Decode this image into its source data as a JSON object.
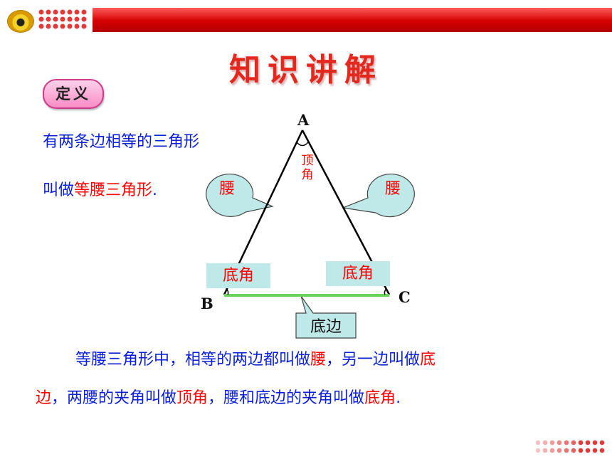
{
  "header": {
    "title": "知识讲解"
  },
  "definition": {
    "badge": "定义",
    "line1": "有两条边相等的三角形",
    "line2_prefix": "叫做",
    "line2_term": "等腰三角形",
    "line2_suffix": "."
  },
  "figure": {
    "vertex_a": "A",
    "vertex_b": "B",
    "vertex_c": "C",
    "apex_angle": "顶角",
    "leg_left": "腰",
    "leg_right": "腰",
    "base_angle_left": "底角",
    "base_angle_right": "底角",
    "base": "底边"
  },
  "paragraph": {
    "p1": "等腰三角形中，相等的两边都叫做",
    "term1": "腰",
    "p2": "，另一边叫做",
    "term2a": "底",
    "term2b": "边",
    "p3": "，两腰的夹角叫做",
    "term3": "顶角",
    "p4": "，腰和底边的夹角叫做",
    "term4": "底角",
    "p5": "."
  },
  "colors": {
    "title_red": "#e5281e",
    "text_blue": "#0a1ed8",
    "term_red": "#ff0000",
    "base_green": "#6ad45a",
    "callout_fill": "#bfe9e9"
  }
}
